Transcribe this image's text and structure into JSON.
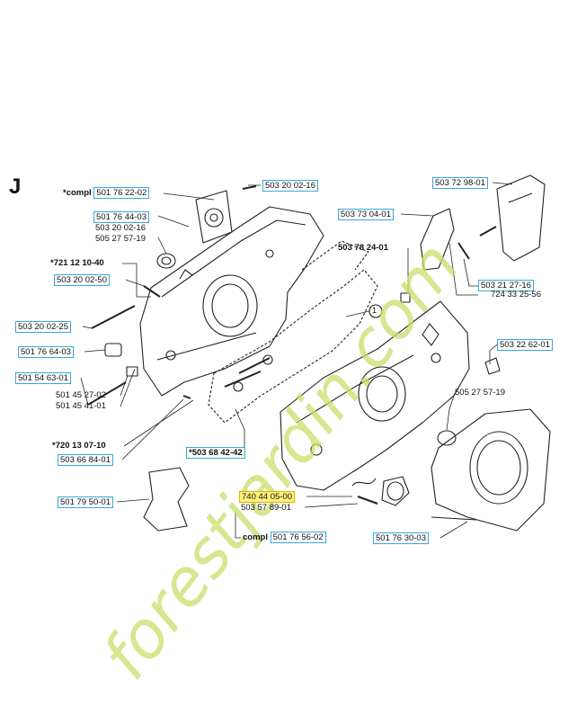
{
  "section_letter": "J",
  "watermark": "forestjardin.com",
  "colors": {
    "box_border": "#3aa8d8",
    "highlight": "#fff27a",
    "watermark": "#c9dd6a",
    "line": "#222222"
  },
  "labels": {
    "p1": {
      "text": "501 76 22-02",
      "prefix": "*compl"
    },
    "p2": {
      "text": "503 20 02-16"
    },
    "p3": {
      "text": "503 72 98-01"
    },
    "p4": {
      "text": "501 76 44-03"
    },
    "p5": {
      "text": "503 20 02-16"
    },
    "p6": {
      "text": "505 27 57-19"
    },
    "p7": {
      "text": "503 73 04-01"
    },
    "p8": {
      "text": "503 78 24-01"
    },
    "p9": {
      "text": "*721 12 10-40"
    },
    "p10": {
      "text": "503 20 02-50"
    },
    "p11": {
      "text": "503 21 27-16"
    },
    "p12": {
      "text": "724 33 25-56"
    },
    "p13": {
      "text": "503 20 02-25"
    },
    "p14": {
      "text": "503 22 62-01"
    },
    "p15": {
      "text": "501 76 64-03"
    },
    "p16": {
      "text": "501 54 63-01"
    },
    "p17": {
      "text": "505 27 57-19"
    },
    "p18": {
      "text": "501 45 27-02"
    },
    "p19": {
      "text": "501 45 41-01"
    },
    "p20": {
      "text": "*720 13 07-10"
    },
    "p21": {
      "text": "*503 68 42-42"
    },
    "p22": {
      "text": "503 66 84-01"
    },
    "p23": {
      "text": "501 79 50-01"
    },
    "p24": {
      "text": "740 44 05-00"
    },
    "p25": {
      "text": "503 57 89-01"
    },
    "p26": {
      "text": "501 76 30-03"
    },
    "p27": {
      "text": "501 76 56-02",
      "prefix": "compl"
    }
  },
  "callout_number": "1"
}
